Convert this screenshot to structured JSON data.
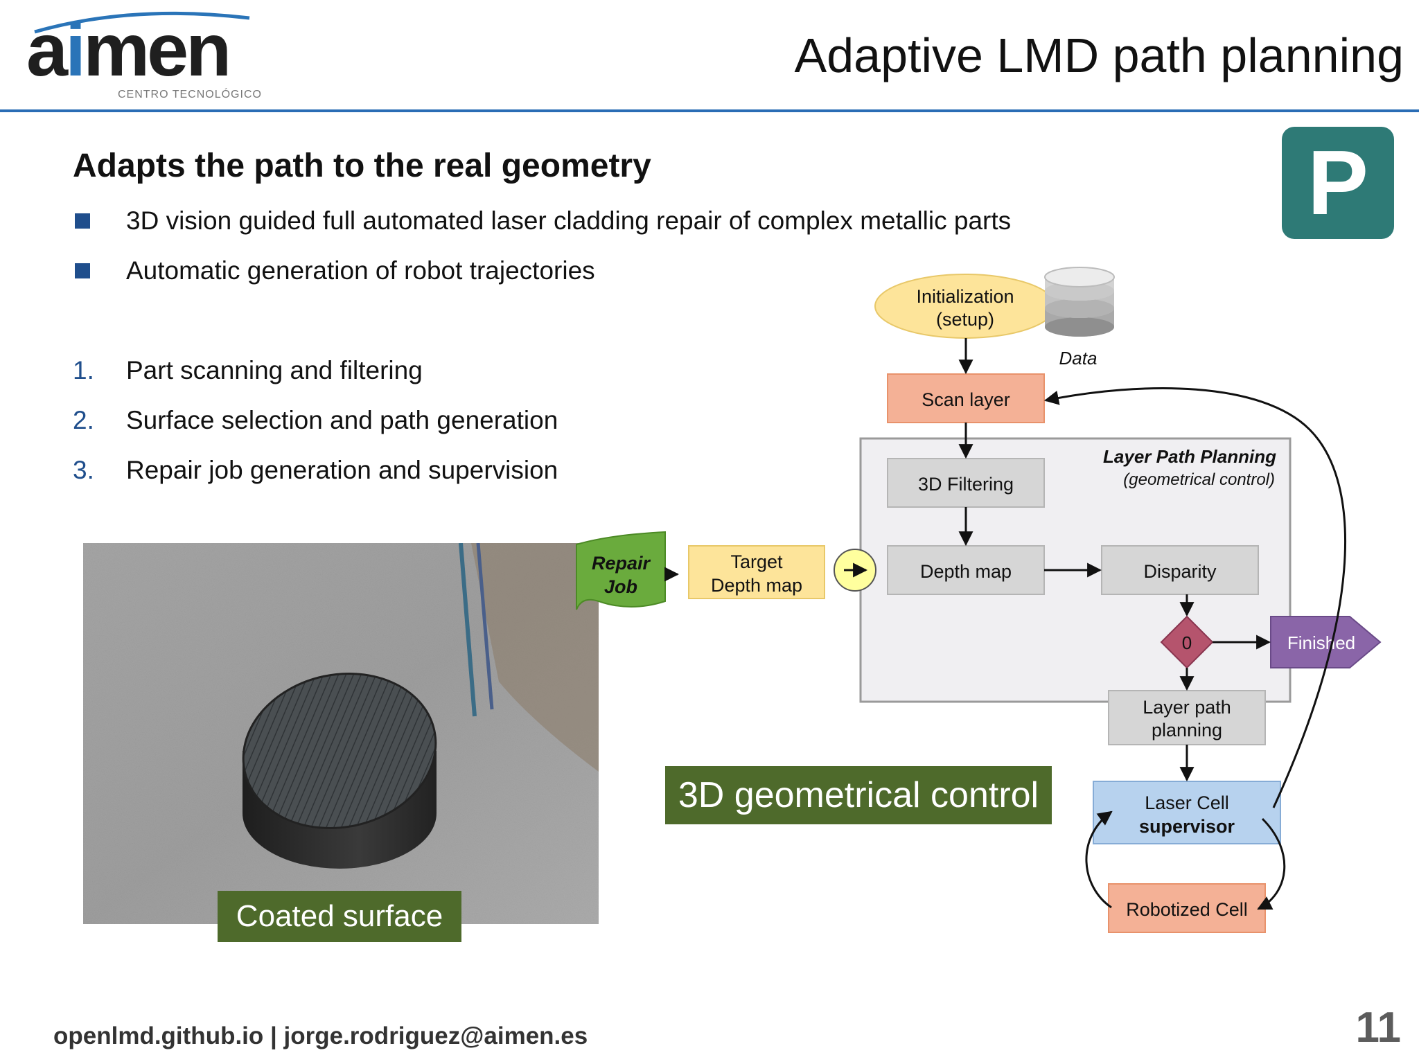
{
  "header": {
    "logo_text": "aimen",
    "logo_subtitle": "CENTRO TECNOLÓGICO",
    "title": "Adaptive LMD path planning"
  },
  "content": {
    "heading": "Adapts the path to the real geometry",
    "bullets": [
      "3D vision guided full automated laser cladding repair of complex metallic parts",
      "Automatic generation of robot trajectories"
    ],
    "steps": [
      {
        "num": "1.",
        "text": "Part scanning and filtering"
      },
      {
        "num": "2.",
        "text": "Surface selection and path generation"
      },
      {
        "num": "3.",
        "text": "Repair job generation and supervision"
      }
    ]
  },
  "badge": "P",
  "image": {
    "caption": "Coated surface"
  },
  "diagram": {
    "init_line1": "Initialization",
    "init_line2": "(setup)",
    "data_label": "Data",
    "scan_layer": "Scan layer",
    "group_title": "Layer Path Planning",
    "group_subtitle": "(geometrical control)",
    "filtering": "3D Filtering",
    "depth_map": "Depth map",
    "disparity": "Disparity",
    "decision_value": "0",
    "finished": "Finished",
    "layer_path_line1": "Layer path",
    "layer_path_line2": "planning",
    "laser_line1": "Laser Cell",
    "laser_line2": "supervisor",
    "robotized": "Robotized Cell",
    "repair_line1": "Repair",
    "repair_line2": "Job",
    "target_line1": "Target",
    "target_line2": "Depth map",
    "geo_control": "3D geometrical control"
  },
  "footer": {
    "contact": "openlmd.github.io | jorge.rodriguez@aimen.es",
    "page": "11"
  },
  "colors": {
    "accent_blue": "#2a6db5",
    "badge_teal": "#2e7a76",
    "caption_green": "#4e6a2b",
    "scan_salmon": "#f4b196",
    "process_gray": "#d6d6d6",
    "init_yellow": "#fde49a",
    "finished_purple": "#8a65a8",
    "decision_red": "#b5546d",
    "laser_blue": "#b7d2ee",
    "repair_green": "#6aab3d"
  }
}
